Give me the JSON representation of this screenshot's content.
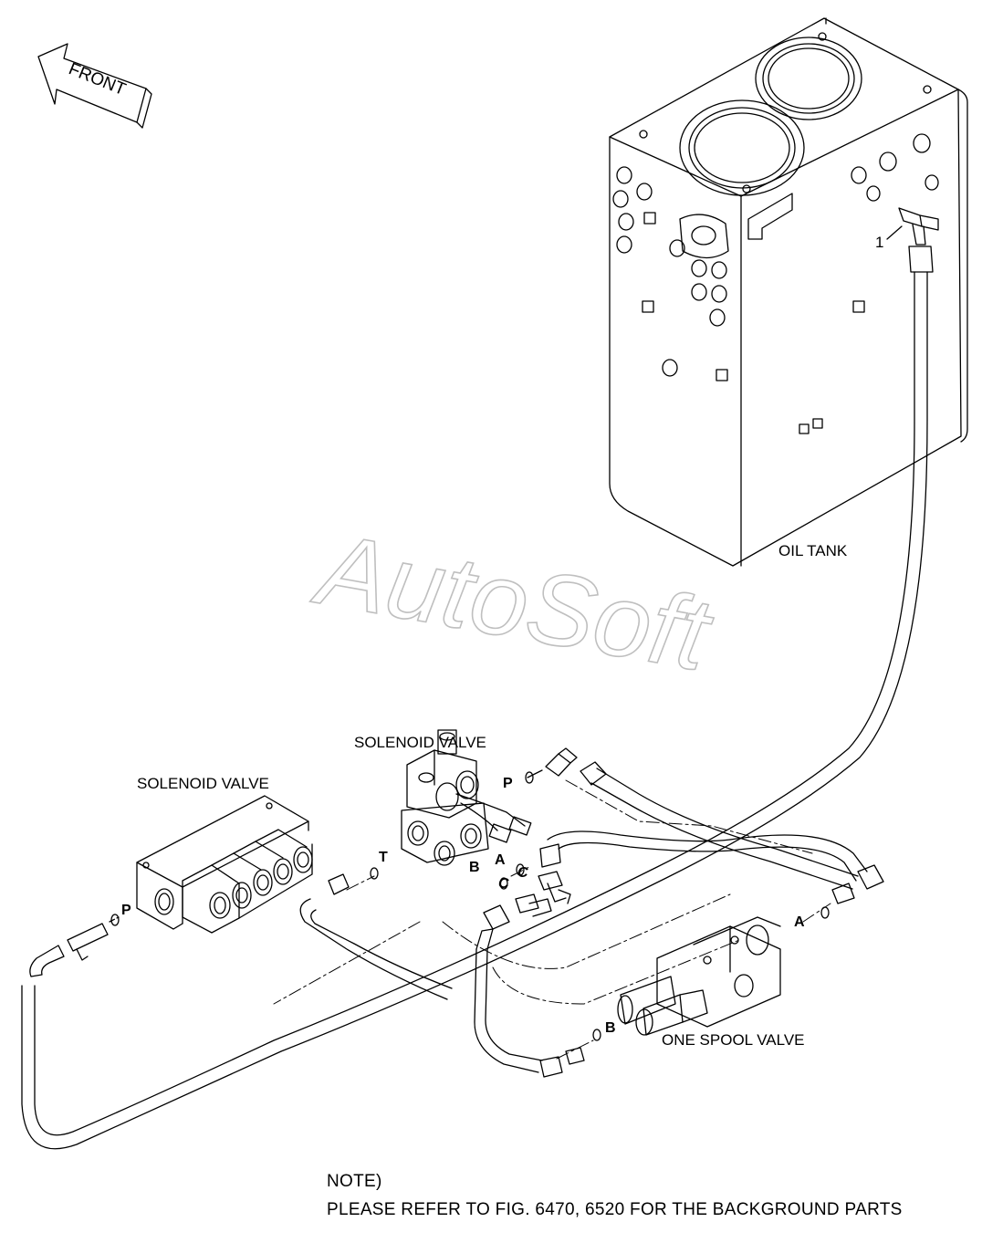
{
  "direction_arrow": {
    "text": "FRONT",
    "icon": "front-arrow-icon"
  },
  "watermark": {
    "text": "AutoSoft"
  },
  "components": {
    "oil_tank": "OIL TANK",
    "solenoid_valve_center": "SOLENOID VALVE",
    "solenoid_valve_left": "SOLENOID VALVE",
    "one_spool_valve": "ONE SPOOL VALVE"
  },
  "callouts": {
    "part_1": "1"
  },
  "ports": {
    "left_p": "P",
    "center_p": "P",
    "t": "T",
    "center_b": "B",
    "center_a": "A",
    "c1": "C",
    "c2": "C",
    "spool_a": "A",
    "spool_b": "B"
  },
  "note": {
    "title": "NOTE)",
    "text": "PLEASE REFER TO FIG. 6470, 6520 FOR THE BACKGROUND PARTS"
  },
  "colors": {
    "line": "#000000",
    "background": "#ffffff",
    "watermark": "#bfbfbf"
  }
}
